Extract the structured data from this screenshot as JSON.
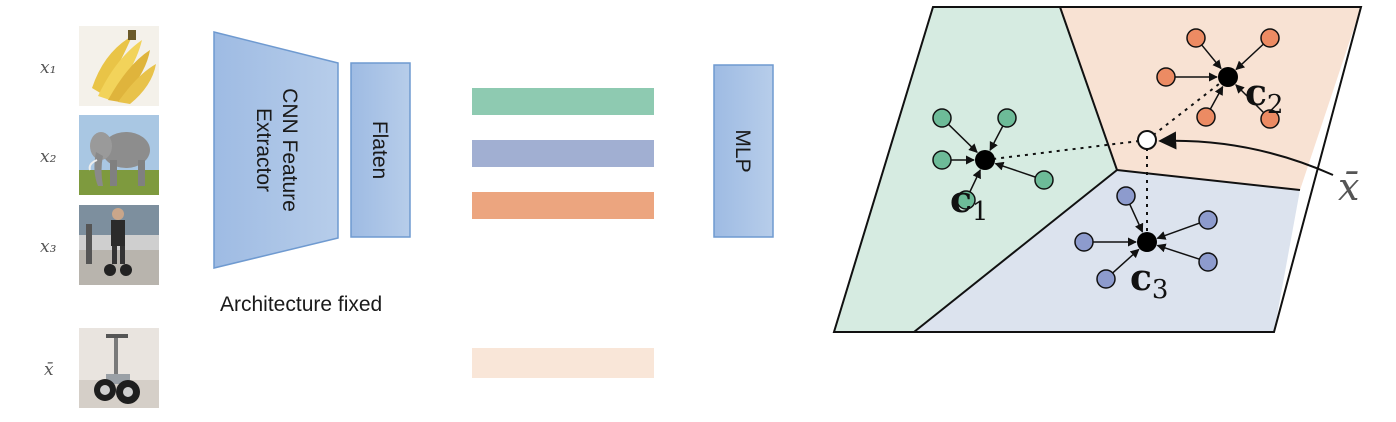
{
  "inputs": [
    {
      "label": "x₁",
      "image": "bananas-photo",
      "sub": "1"
    },
    {
      "label": "x₂",
      "image": "elephant-photo",
      "sub": "2"
    },
    {
      "label": "x₃",
      "image": "segway-rider-photo",
      "sub": "3"
    }
  ],
  "query": {
    "label": "x̄",
    "image": "segway-photo"
  },
  "blocks": {
    "cnn_line1": "CNN Feature",
    "cnn_line2": "Extractor",
    "flatten": "Flaten",
    "mlp": "MLP"
  },
  "caption": "Architecture fixed",
  "embeddings": [
    {
      "color": "#8ecab1"
    },
    {
      "color": "#a1afd2"
    },
    {
      "color": "#eca57f"
    }
  ],
  "query_embedding": {
    "color": "#f9e6d8"
  },
  "clusters": [
    {
      "centroid": "c",
      "sub": "1",
      "region_color": "#d6ebe1",
      "point_color": "#6dbb98"
    },
    {
      "centroid": "c",
      "sub": "2",
      "region_color": "#f8e2d3",
      "point_color": "#ec8b63"
    },
    {
      "centroid": "c",
      "sub": "3",
      "region_color": "#dce3ee",
      "point_color": "#8d9bcd"
    }
  ],
  "query_point_label": "x̄",
  "colors": {
    "block_fill": "#a6c0e4",
    "block_stroke": "#6f9ad0"
  }
}
